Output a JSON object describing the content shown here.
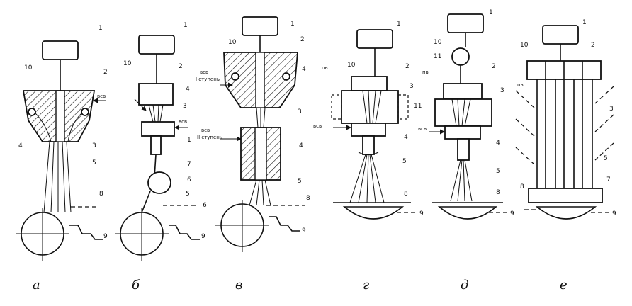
{
  "panels": [
    {
      "id": "a",
      "caption": "а",
      "tags": [
        "всв"
      ],
      "numbers": [
        "1",
        "10",
        "2",
        "4",
        "3",
        "5",
        "8",
        "9"
      ]
    },
    {
      "id": "b",
      "caption": "б",
      "tags": [
        "всв"
      ],
      "numbers": [
        "1",
        "10",
        "2",
        "4",
        "3",
        "1",
        "7",
        "6",
        "5",
        "6",
        "9"
      ]
    },
    {
      "id": "v",
      "caption": "в",
      "tags": [
        "всв",
        "I ступень",
        "всв",
        "II ступень"
      ],
      "numbers": [
        "1",
        "10",
        "2",
        "4",
        "3",
        "4",
        "5",
        "8",
        "9"
      ]
    },
    {
      "id": "g",
      "caption": "г",
      "tags": [
        "пв",
        "всв"
      ],
      "numbers": [
        "1",
        "10",
        "2",
        "3",
        "11",
        "4",
        "5",
        "8",
        "9"
      ]
    },
    {
      "id": "d",
      "caption": "д",
      "tags": [
        "пв",
        "всв"
      ],
      "numbers": [
        "1",
        "10",
        "11",
        "2",
        "3",
        "4",
        "5",
        "8",
        "9"
      ]
    },
    {
      "id": "e",
      "caption": "е",
      "tags": [
        "пв"
      ],
      "numbers": [
        "1",
        "10",
        "2",
        "3",
        "5",
        "7",
        "8",
        "9"
      ]
    }
  ]
}
